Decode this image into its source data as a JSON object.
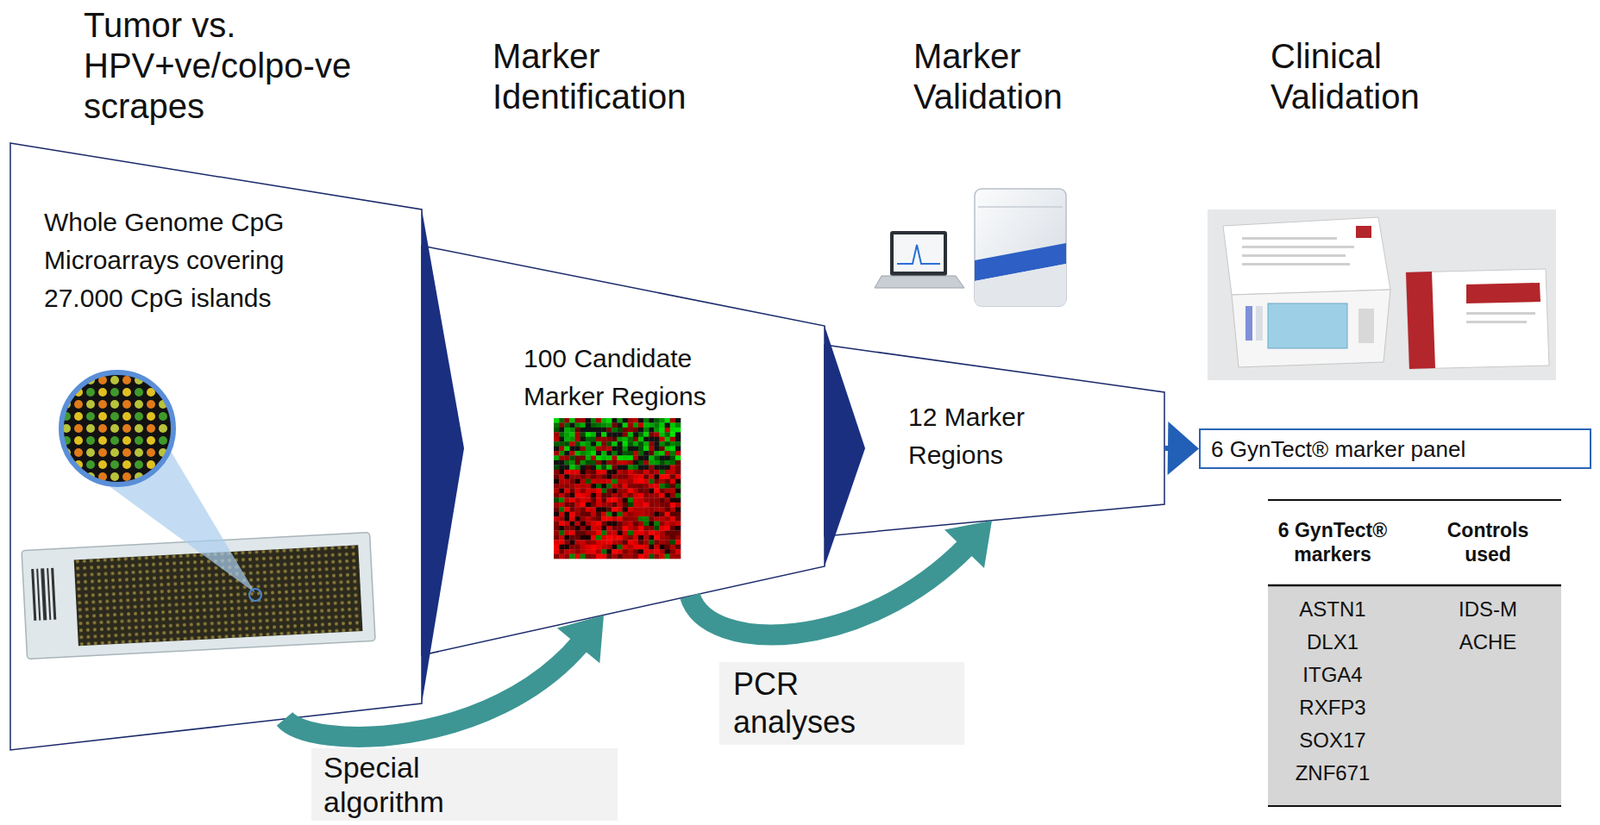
{
  "diagram": {
    "nodes": [
      {
        "text": [
          "Whole Genome CpG Microarrays covering 27.000 CpG islands"
        ]
      },
      {
        "text": [
          "100 Candidate Marker Regions"
        ]
      },
      {
        "text": [
          "12 Marker Regions"
        ]
      },
      {
        "text": [
          "6 GynTect® marker panel"
        ]
      }
    ],
    "edges": [
      {
        "from": 0,
        "to": 1,
        "arrow": "to",
        "label": "Special algorithm"
      },
      {
        "from": 1,
        "to": 2,
        "arrow": "to",
        "label": "PCR analyses"
      },
      {
        "from": 2,
        "to": 3,
        "arrow": "to"
      }
    ],
    "labels": [
      "Tumor vs. HPV+ve/colpo-ve scrapes",
      "Marker Identification",
      "Marker Validation",
      "Clinical Validation",
      "6 GynTect® markers",
      "Controls used",
      "ASTN1",
      "DLX1",
      "ITGA4",
      "RXFP3",
      "SOX17",
      "ZNF671",
      "IDS-M",
      "ACHE"
    ]
  }
}
